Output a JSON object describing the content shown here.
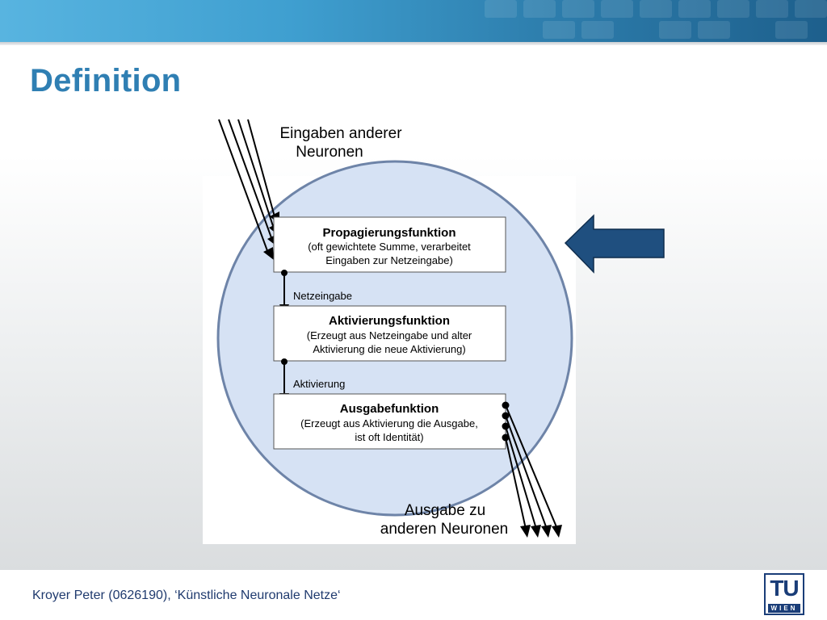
{
  "slide": {
    "title": "Definition",
    "footer": "Kroyer Peter (0626190),  ‘Künstliche Neuronale Netze‘",
    "logo": {
      "main": "TU",
      "sub": "WIEN"
    }
  },
  "diagram": {
    "input_label_line1": "Eingaben anderer",
    "input_label_line2": "Neuronen",
    "output_label_line1": "Ausgabe zu",
    "output_label_line2": "anderen Neuronen",
    "boxes": [
      {
        "title": "Propagierungsfunktion",
        "line1": "(oft gewichtete Summe, verarbeitet",
        "line2": "Eingaben zur Netzeingabe)"
      },
      {
        "title": "Aktivierungsfunktion",
        "line1": "(Erzeugt aus Netzeingabe und alter",
        "line2": "Aktivierung die neue Aktivierung)"
      },
      {
        "title": "Ausgabefunktion",
        "line1": "(Erzeugt aus Aktivierung die Ausgabe,",
        "line2": "ist oft Identität)"
      }
    ],
    "connector_labels": [
      "Netzeingabe",
      "Aktivierung"
    ],
    "colors": {
      "circle_fill": "#d6e2f4",
      "circle_stroke": "#6e84a8",
      "pointer_arrow": "#1f4f7f"
    }
  }
}
